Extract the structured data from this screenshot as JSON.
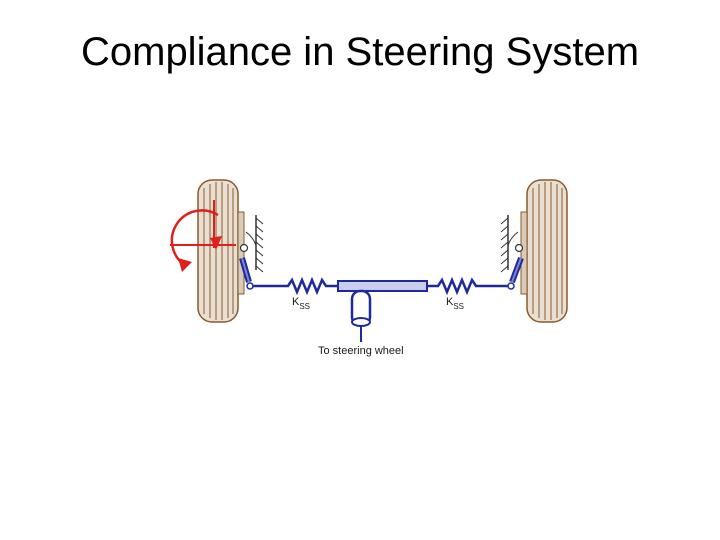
{
  "slide": {
    "title": "Compliance in Steering System"
  },
  "diagram": {
    "spring_label_left": "K",
    "spring_label_left_sub": "SS",
    "spring_label_right": "K",
    "spring_label_right_sub": "SS",
    "steering_label": "To steering wheel",
    "colors": {
      "linkage": "#1f2a9a",
      "tire_fill": "#e9dfd3",
      "tire_stroke": "#8a5a2b",
      "arrow": "#e0201b",
      "ground": "#333333"
    }
  }
}
